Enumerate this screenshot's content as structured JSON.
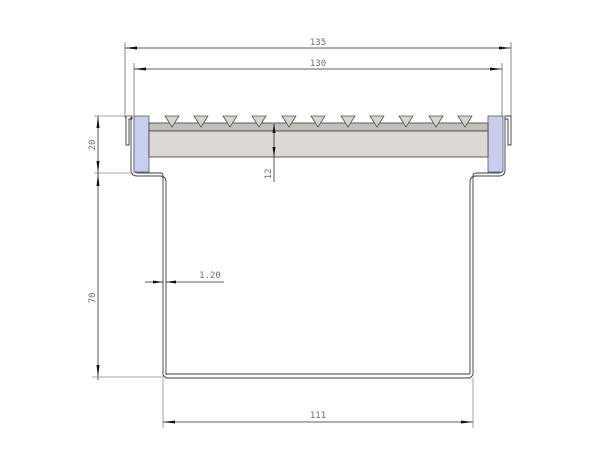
{
  "drawing": {
    "type": "cross-section technical drawing",
    "colors": {
      "line": "#3c3c3c",
      "dim_line": "#2a2a2a",
      "extension_line": "#8a8a8a",
      "frame_fill": "#c9cdee",
      "grate_top_fill": "#c3c0bb",
      "grate_body_fill": "#dcd9d5",
      "triangle_fill": "#d8d5d1",
      "text": "#6e6e6e"
    },
    "dimensions": {
      "overall_width": "135",
      "frame_width": "130",
      "grate_height": "20",
      "grate_thickness": "12",
      "wall_thickness": "1.20",
      "body_depth": "70",
      "body_width": "111"
    },
    "grate_teeth_count": 11
  }
}
